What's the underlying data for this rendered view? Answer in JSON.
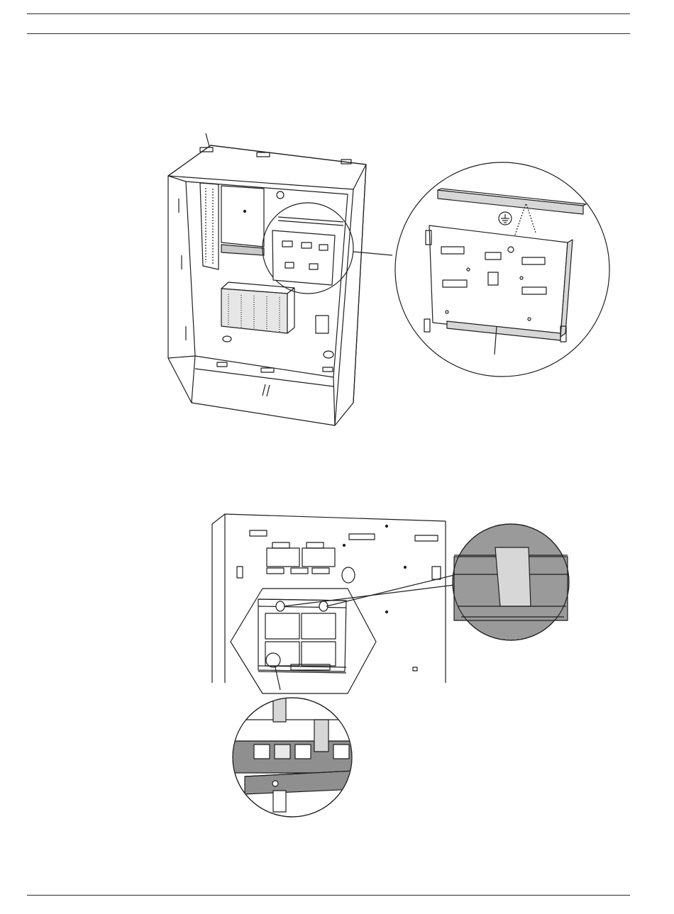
{
  "figures": [
    {
      "id": "enclosure-with-mounting-plate",
      "detail_icons": [
        "earth-ground-icon"
      ]
    },
    {
      "id": "mounting-rail-detail",
      "detail_callouts": [
        "tab-slot-detail",
        "rail-clip-detail"
      ]
    }
  ],
  "colors": {
    "line": "#1e1e1e",
    "detail_fill": "#9a9a9a",
    "light_fill": "#d7d7d7",
    "background": "#ffffff"
  }
}
